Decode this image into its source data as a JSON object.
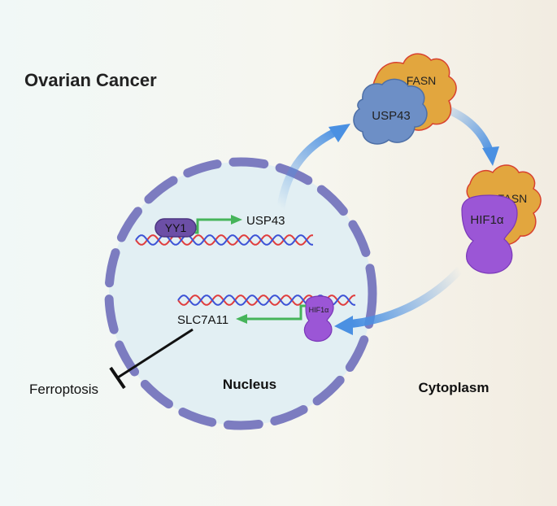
{
  "title": "Ovarian Cancer",
  "compartments": {
    "nucleus": "Nucleus",
    "cytoplasm": "Cytoplasm"
  },
  "proteins": {
    "fasn_top": "FASN",
    "usp43_complex": "USP43",
    "fasn_bottom": "FASN",
    "hif1a_complex": "HIF1α",
    "yy1": "YY1",
    "hif1a_nuclear": "HIF1α"
  },
  "genes": {
    "usp43": "USP43",
    "slc7a11": "SLC7A11"
  },
  "process": "Ferroptosis",
  "colors": {
    "nucleus_fill": "#e2eff3",
    "nucleus_border": "#7c7cc0",
    "fasn": "#e2a63e",
    "fasn_edge": "#d8412f",
    "usp43": "#6d8fc6",
    "hif1a": "#9b56d6",
    "yy1": "#6c4fa6",
    "arrow_blue": "#4a90e2",
    "arrow_green": "#46b45a",
    "dna_red": "#e03d3d",
    "dna_blue": "#3c52d6"
  }
}
